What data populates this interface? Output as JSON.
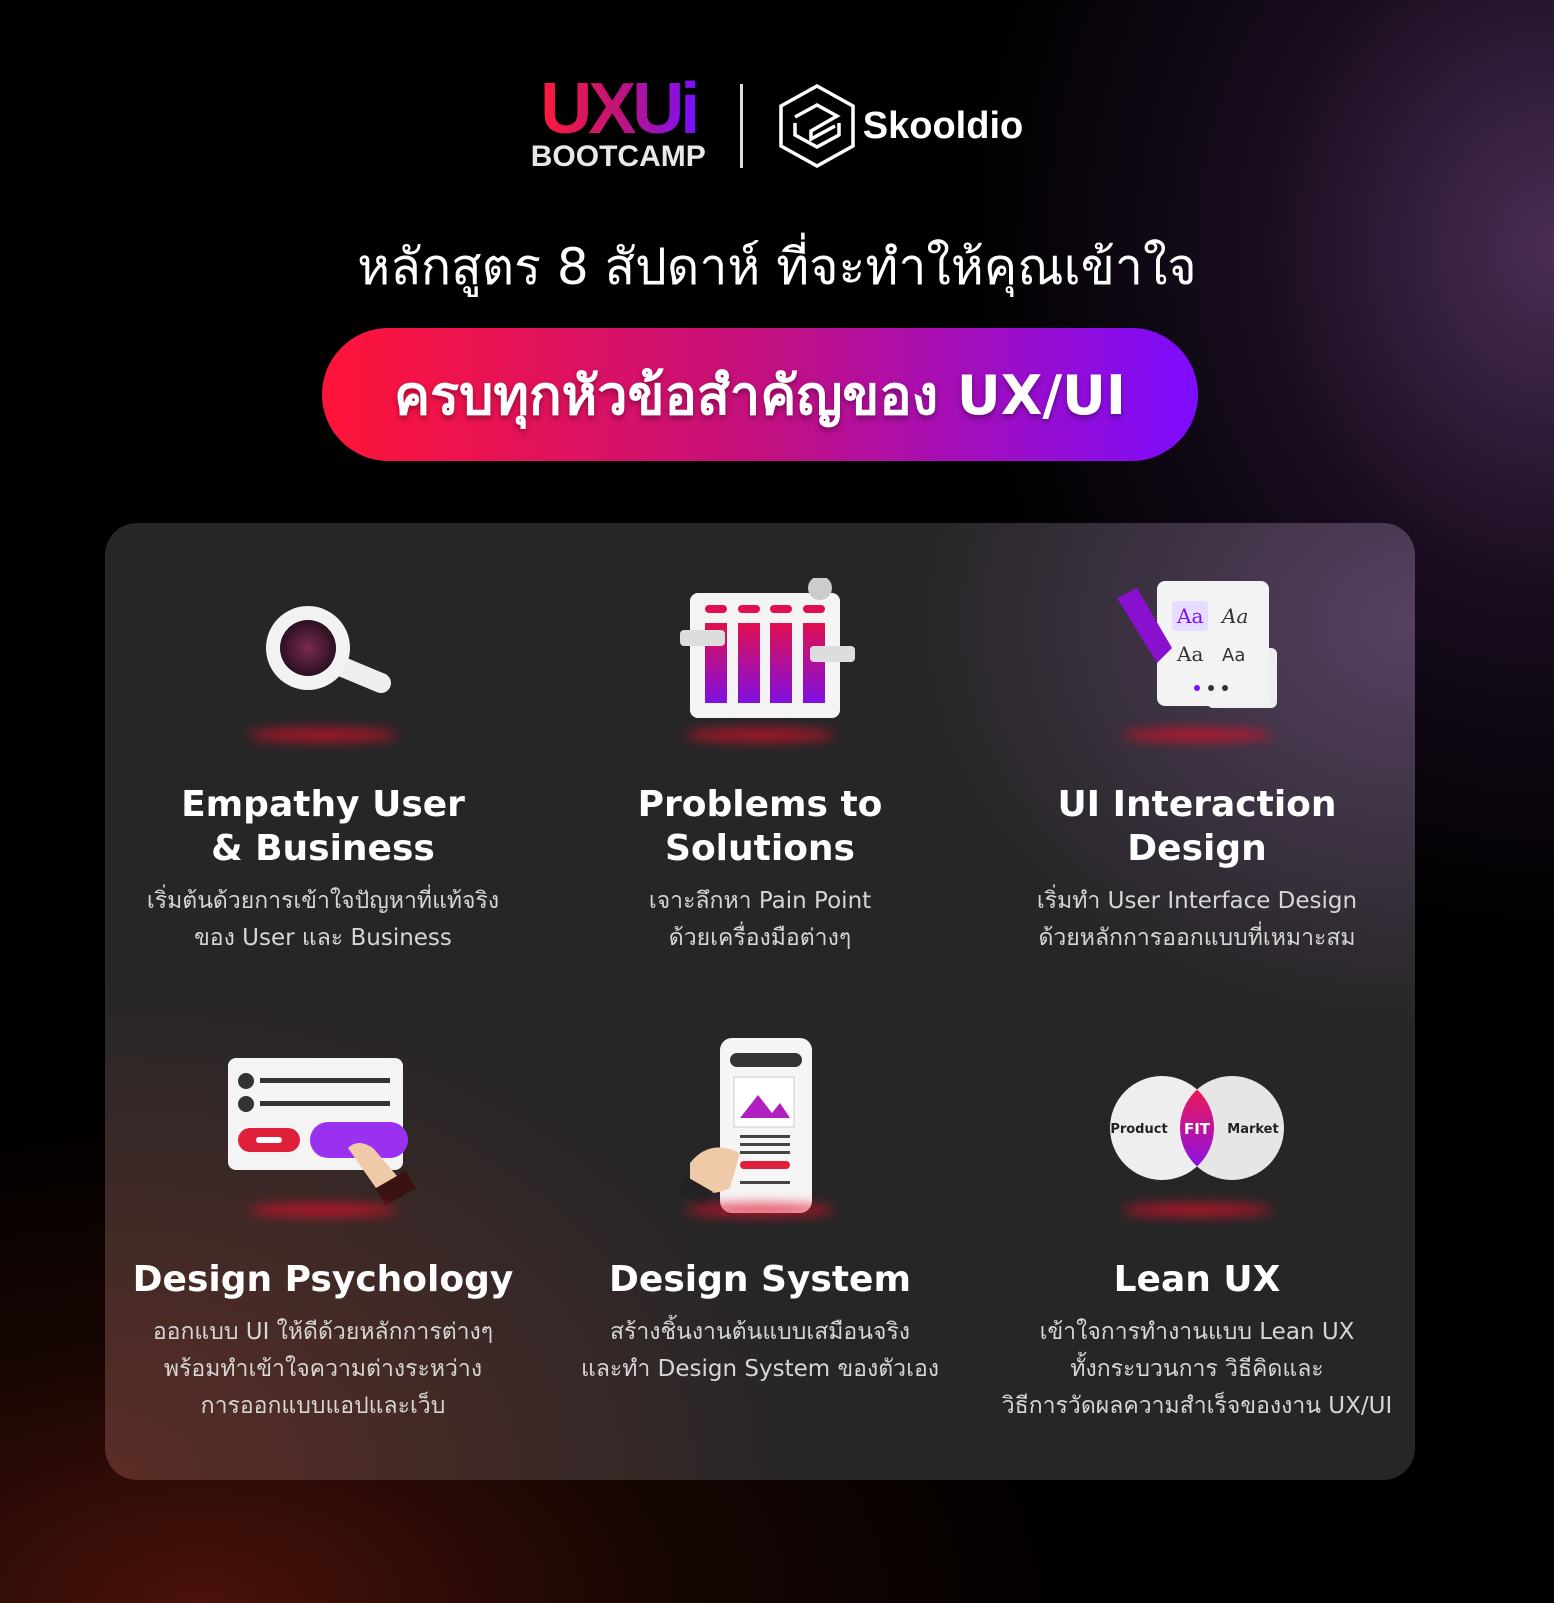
{
  "logos": {
    "uxui": "UXUi",
    "bootcamp": "BOOTCAMP",
    "skooldio": "Skooldio"
  },
  "headline": "หลักสูตร 8 สัปดาห์ ที่จะทำให้คุณเข้าใจ",
  "banner": "ครบทุกหัวข้อสำคัญของ UX/UI",
  "accent_colors": {
    "red": "#ff1438",
    "magenta": "#c4107e",
    "purple": "#7d0cff"
  },
  "topics": [
    {
      "icon": "magnifier-icon",
      "title": [
        "Empathy User",
        "& Business"
      ],
      "desc": [
        "เริ่มต้นด้วยการเข้าใจปัญหาที่แท้จริง",
        "ของ User และ Business"
      ]
    },
    {
      "icon": "chart-board-icon",
      "title": [
        "Problems to",
        "Solutions"
      ],
      "desc": [
        "เจาะลึกหา Pain Point",
        "ด้วยเครื่องมือต่างๆ"
      ]
    },
    {
      "icon": "typography-icon",
      "title": [
        "UI Interaction",
        "Design"
      ],
      "desc": [
        "เริ่มทำ User Interface Design",
        "ด้วยหลักการออกแบบที่เหมาะสม"
      ]
    },
    {
      "icon": "form-button-icon",
      "title": [
        "Design Psychology"
      ],
      "desc": [
        "ออกแบบ UI ให้ดีด้วยหลักการต่างๆ",
        "พร้อมทำเข้าใจความต่างระหว่าง",
        "การออกแบบแอปและเว็บ"
      ]
    },
    {
      "icon": "mobile-app-icon",
      "title": [
        "Design System"
      ],
      "desc": [
        "สร้างชิ้นงานต้นแบบเสมือนจริง",
        "และทำ Design System ของตัวเอง"
      ]
    },
    {
      "icon": "product-market-fit-icon",
      "title": [
        "Lean UX"
      ],
      "desc": [
        "เข้าใจการทำงานแบบ Lean UX",
        "ทั้งกระบวนการ วิธีคิดและ",
        "วิธีการวัดผลความสำเร็จของงาน UX/UI"
      ],
      "venn": {
        "left": "Product",
        "center": "FIT",
        "right": "Market"
      }
    }
  ]
}
